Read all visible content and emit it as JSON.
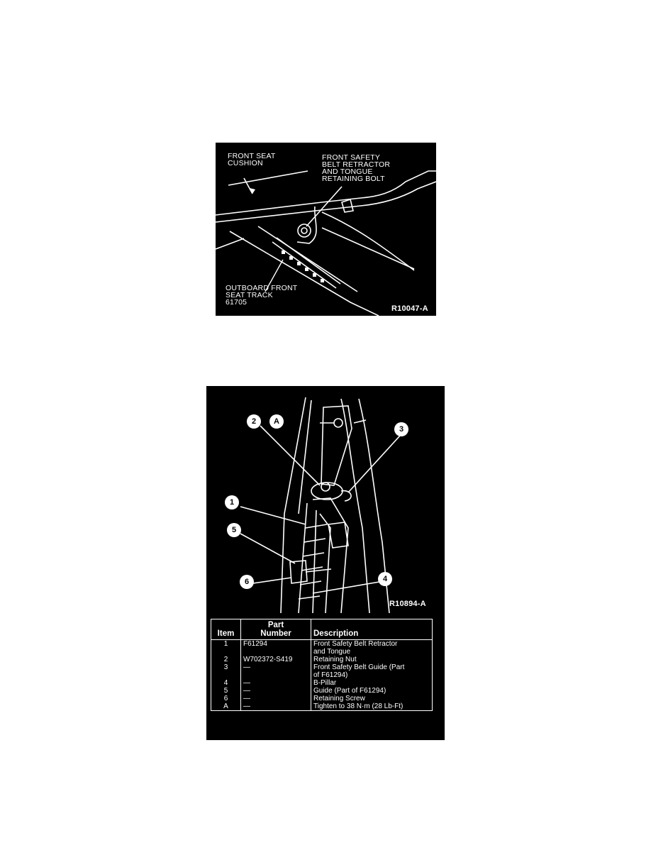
{
  "figure1": {
    "labels": {
      "seat_cushion": "FRONT SEAT\nCUSHION",
      "retractor_bolt": "FRONT SAFETY\nBELT RETRACTOR\nAND TONGUE\nRETAINING BOLT",
      "seat_track": "OUTBOARD FRONT\nSEAT TRACK\n61705"
    },
    "code": "R10047-A"
  },
  "figure2": {
    "callouts": [
      "2",
      "A",
      "3",
      "1",
      "5",
      "6",
      "4"
    ],
    "code": "R10894-A",
    "table": {
      "headers": {
        "item": "Item",
        "part_number": "Part\nNumber",
        "description": "Description"
      },
      "rows": [
        {
          "item": "1",
          "part_number": "F61294",
          "description": "Front Safety Belt Retractor\nand Tongue"
        },
        {
          "item": "2",
          "part_number": "W702372-S419",
          "description": "Retaining Nut"
        },
        {
          "item": "3",
          "part_number": "—",
          "description": "Front Safety Belt Guide (Part\nof F61294)"
        },
        {
          "item": "4",
          "part_number": "—",
          "description": "B-Pillar"
        },
        {
          "item": "5",
          "part_number": "—",
          "description": "Guide (Part of F61294)"
        },
        {
          "item": "6",
          "part_number": "—",
          "description": "Retaining Screw"
        },
        {
          "item": "A",
          "part_number": "—",
          "description": "Tighten to 38 N·m (28 Lb-Ft)"
        }
      ]
    }
  }
}
